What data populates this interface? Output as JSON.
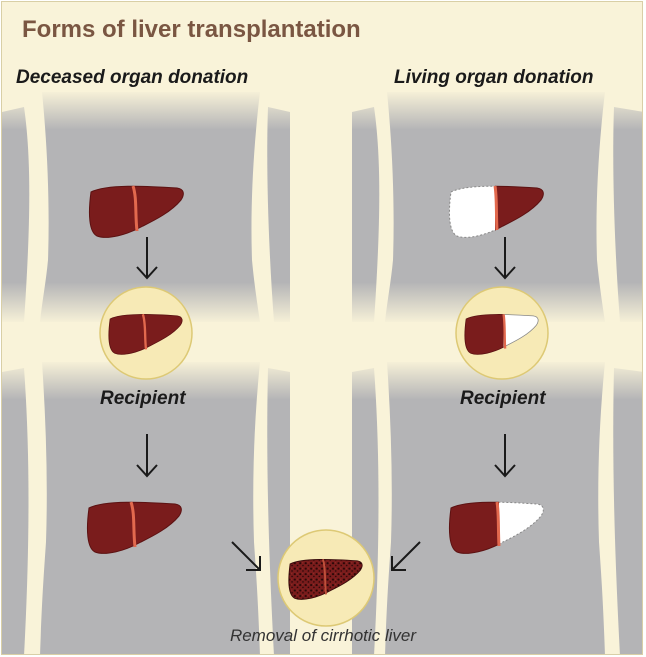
{
  "title": "Forms of liver transplantation",
  "left": {
    "heading": "Deceased organ donation",
    "recipient_label": "Recipient"
  },
  "right": {
    "heading": "Living organ donation",
    "recipient_label": "Recipient"
  },
  "caption": "Removal of cirrhotic liver",
  "colors": {
    "background": "#f9f3d9",
    "body": "#b4b4b6",
    "liver": "#7a1c1c",
    "liver_edge": "#5c1212",
    "ligament": "#e2694e",
    "circle_fill": "#f7eab6",
    "circle_stroke": "#ddc975",
    "title": "#7a5642"
  }
}
